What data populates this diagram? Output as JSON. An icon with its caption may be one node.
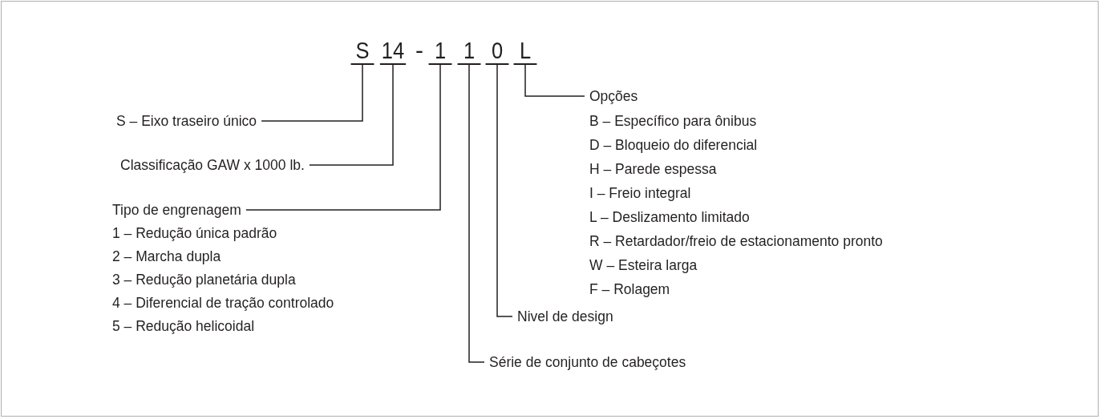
{
  "diagram": {
    "nodes": [
      {
        "text": [
          "S"
        ]
      },
      {
        "text": [
          "14"
        ]
      },
      {
        "text": [
          "1"
        ]
      },
      {
        "text": [
          "1"
        ]
      },
      {
        "text": [
          "0"
        ]
      },
      {
        "text": [
          "L"
        ]
      },
      {
        "text": [
          "S – Eixo traseiro único"
        ]
      },
      {
        "text": [
          "Classificação GAW x 1000 lb."
        ]
      },
      {
        "text": [
          "Tipo de engrenagem"
        ]
      },
      {
        "text": [
          "Opções"
        ]
      },
      {
        "text": [
          "Nivel de design"
        ]
      },
      {
        "text": [
          "Série de conjunto de cabeçotes"
        ]
      }
    ],
    "edges": [
      {
        "from": 6,
        "to": 0,
        "arrow": "none"
      },
      {
        "from": 7,
        "to": 1,
        "arrow": "none"
      },
      {
        "from": 8,
        "to": 2,
        "arrow": "none"
      },
      {
        "from": 9,
        "to": 5,
        "arrow": "none"
      },
      {
        "from": 10,
        "to": 4,
        "arrow": "none"
      },
      {
        "from": 11,
        "to": 3,
        "arrow": "none"
      }
    ],
    "labels": [
      "-",
      "1 – Redução única padrão",
      "2 – Marcha dupla",
      "3 – Redução planetária dupla",
      "4 – Diferencial de tração controlado",
      "5 – Redução helicoidal",
      "B – Específico para ônibus",
      "D – Bloqueio do diferencial",
      "H – Parede espessa",
      "I – Freio integral",
      "L – Deslizamento limitado",
      "R – Retardador/freio de estacionamento pronto",
      "W – Esteira larga",
      "F – Rolagem"
    ]
  }
}
